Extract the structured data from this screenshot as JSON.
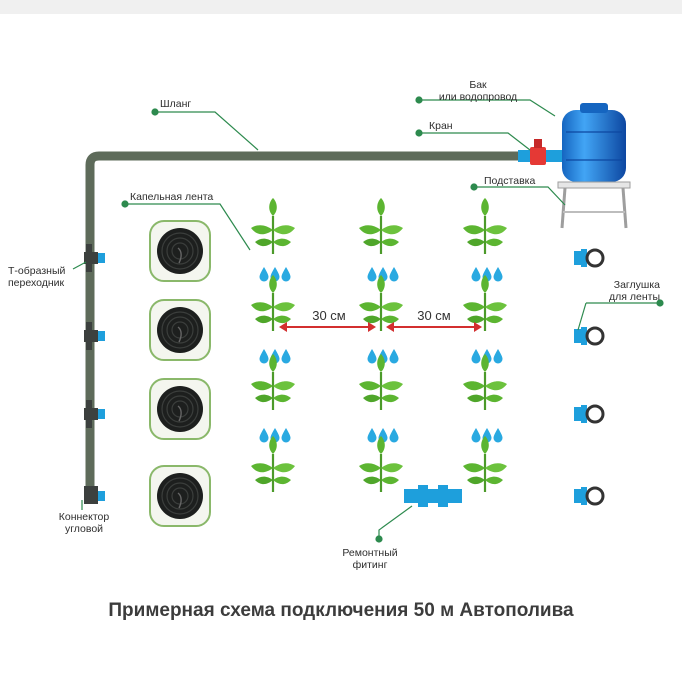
{
  "labels": {
    "hose": "Шланг",
    "tank_line1": "Бак",
    "tank_line2": "или водопровод",
    "valve": "Кран",
    "stand": "Подставка",
    "drip_tape": "Капельная лента",
    "tee_line1": "Т-образный",
    "tee_line2": "переходник",
    "end_cap_line1": "Заглушка",
    "end_cap_line2": "для ленты",
    "corner_line1": "Коннектор",
    "corner_line2": "угловой",
    "repair_line1": "Ремонтный",
    "repair_line2": "фитинг"
  },
  "dimensions": {
    "spacing_1": "30 см",
    "spacing_2": "30 см"
  },
  "caption": "Примерная схема подключения 50 м Автополива",
  "colors": {
    "pipe": "#4a4f4c",
    "hose": "#5e6b5a",
    "fitting_blue": "#1e9fdc",
    "leaf_green": "#5cb531",
    "water_blue": "#29a9e1",
    "leader_green": "#2d8a4e",
    "dimension_red": "#d32f2f",
    "tank_blue": "#1e88e5"
  }
}
